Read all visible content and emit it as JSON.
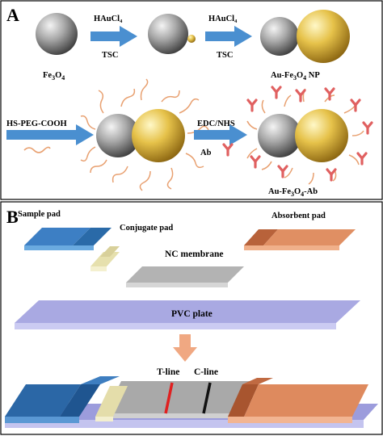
{
  "panel_a": {
    "letter": "A",
    "step1_reagent": "HAuCl₄",
    "step1_condition": "TSC",
    "step2_reagent": "HAuCl₄",
    "step2_condition": "TSC",
    "label_fe3o4_main": "Fe",
    "label_fe3o4_sub3": "3",
    "label_fe3o4_o": "O",
    "label_fe3o4_sub4": "4",
    "label_np_prefix": "Au-Fe",
    "label_np_sub3": "3",
    "label_np_o": "O",
    "label_np_sub4": "4",
    "label_np_suffix": " NP",
    "peg_label": "HS-PEG-COOH",
    "edc_label": "EDC/NHS",
    "ab_label": "Ab",
    "label_ab_prefix": "Au-Fe",
    "label_ab_sub3": "3",
    "label_ab_o": "O",
    "label_ab_sub4": "4",
    "label_ab_suffix": "-Ab"
  },
  "panel_b": {
    "letter": "B",
    "sample_pad": "Sample pad",
    "conjugate_pad": "Conjugate pad",
    "absorbent_pad": "Absorbent pad",
    "nc_membrane": "NC membrane",
    "pvc_plate": "PVC plate",
    "t_line": "T-line",
    "c_line": "C-line"
  },
  "colors": {
    "arrow_blue": "#4a8fd0",
    "sample_pad_blue": "#2e6fb3",
    "conjugate_cream": "#e9e3b6",
    "absorbent_orange": "#d9845a",
    "membrane_gray": "#b5b5b5",
    "pvc_lavender": "#a8a8e0",
    "t_line_red": "#e02020",
    "c_line_black": "#111111",
    "gold": "#e3c04a",
    "antibody_red": "#e06060",
    "peg_orange": "#e8a070"
  }
}
